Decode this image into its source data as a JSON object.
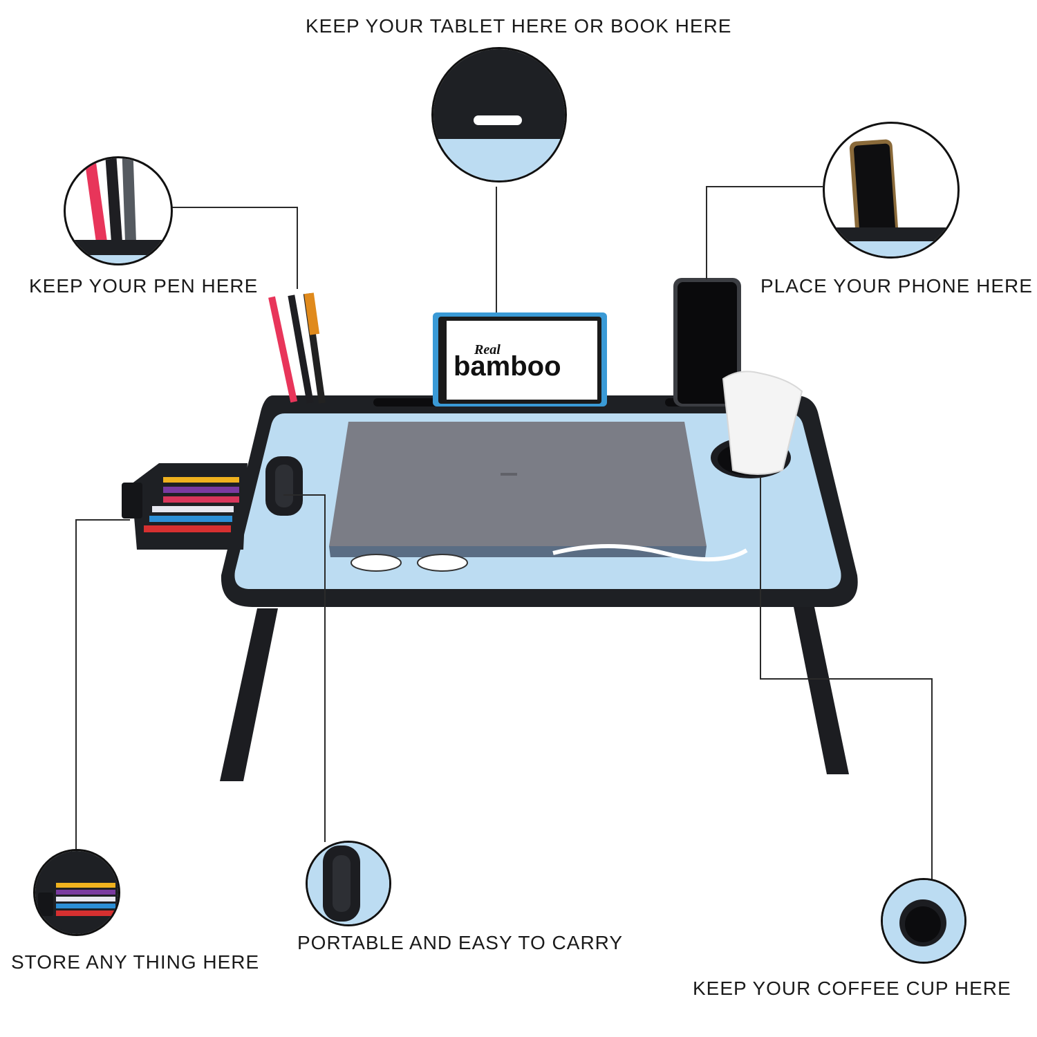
{
  "callouts": {
    "tablet": "KEEP YOUR TABLET HERE OR BOOK HERE",
    "pen": "KEEP YOUR PEN HERE",
    "phone": "PLACE YOUR PHONE HERE",
    "drawer": "STORE ANY THING HERE",
    "handle": "PORTABLE AND EASY TO CARRY",
    "cup": "KEEP YOUR COFFEE CUP HERE"
  },
  "colors": {
    "desk_top": "#bcdcf2",
    "frame": "#1e2024",
    "laptop": "#7b7d86",
    "tablet_frame": "#3a9ad6"
  }
}
